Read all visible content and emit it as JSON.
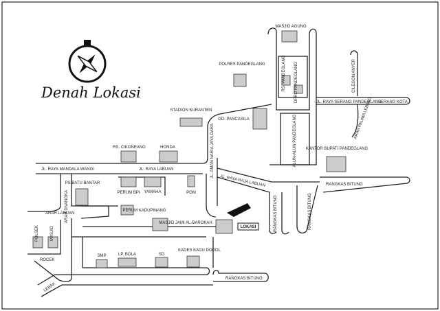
{
  "title": "Denah Lokasi",
  "roads": {
    "mandala_wangi": "JL. RAYA MANDALA WANGI",
    "labuan": "JL. RAYA LABUAN",
    "raja_labuan": "JL. RAYA RAJA LABUAN",
    "serang_pandeglang": "JL. RAYA SERANG PANDEGLANG",
    "serang_kota": "SERANG KOTA",
    "cilegon": "CILEGON ANYER",
    "arah_palima": "ARAH PALIMA LEBAKG",
    "rangkas_bitung_v1": "RANGKAS BITUNG",
    "rangkas_bitung_v2": "RANGKAS BITUNG",
    "rangkas_bitung_h1": "RANGKAS BITUNG",
    "rangkas_bitung_h2": "RANGKAS BITUNG",
    "arah_dnangka": "ARAH DNANGKA",
    "arah_labuan": "ARAH LABUAN",
    "lebak": "LEBAK",
    "rocek": "ROCEK",
    "small_road": "JL. AMAN NARIA JAYA DARA"
  },
  "landmarks": {
    "masjid_agung": "MASJID AGUNG",
    "polres": "POLRES PANDEGLANG",
    "rs_pandeglang": "RS. PANDEGLANG",
    "dpr": "DPRD PANDEGLANG",
    "stadion": "STADION KURANTEN",
    "gd_pancasila": "GD. PANCASILA",
    "alun_alun": "ALUN-ALUN PANDEGLANG",
    "kantor_bupati": "KANTOR BUPATI PANDEGLANG",
    "rs_cikoneang": "RS. CIKONEANG",
    "honda": "HONDA",
    "ps_batu_bantar": "PS.BATU BANTAR",
    "perum_bpi": "PERUM BPI",
    "yamaha": "YAMAHA",
    "pom": "POM",
    "perum_kadupinang": "PERUM KADUPINANG",
    "masjid_jami": "MASJID JAMI AL-BAROKAH",
    "lokasi": "LOKASI",
    "polsek": "POLSEK",
    "masjid": "MASJID",
    "smp": "SMP",
    "lp_bola": "LP. BOLA",
    "sd": "SD",
    "kades": "KADES KADU DODOL"
  },
  "icons": [
    "compass-icon",
    "building-icon",
    "mosque-icon",
    "pointing-hand-icon",
    "fuel-pump-icon"
  ]
}
